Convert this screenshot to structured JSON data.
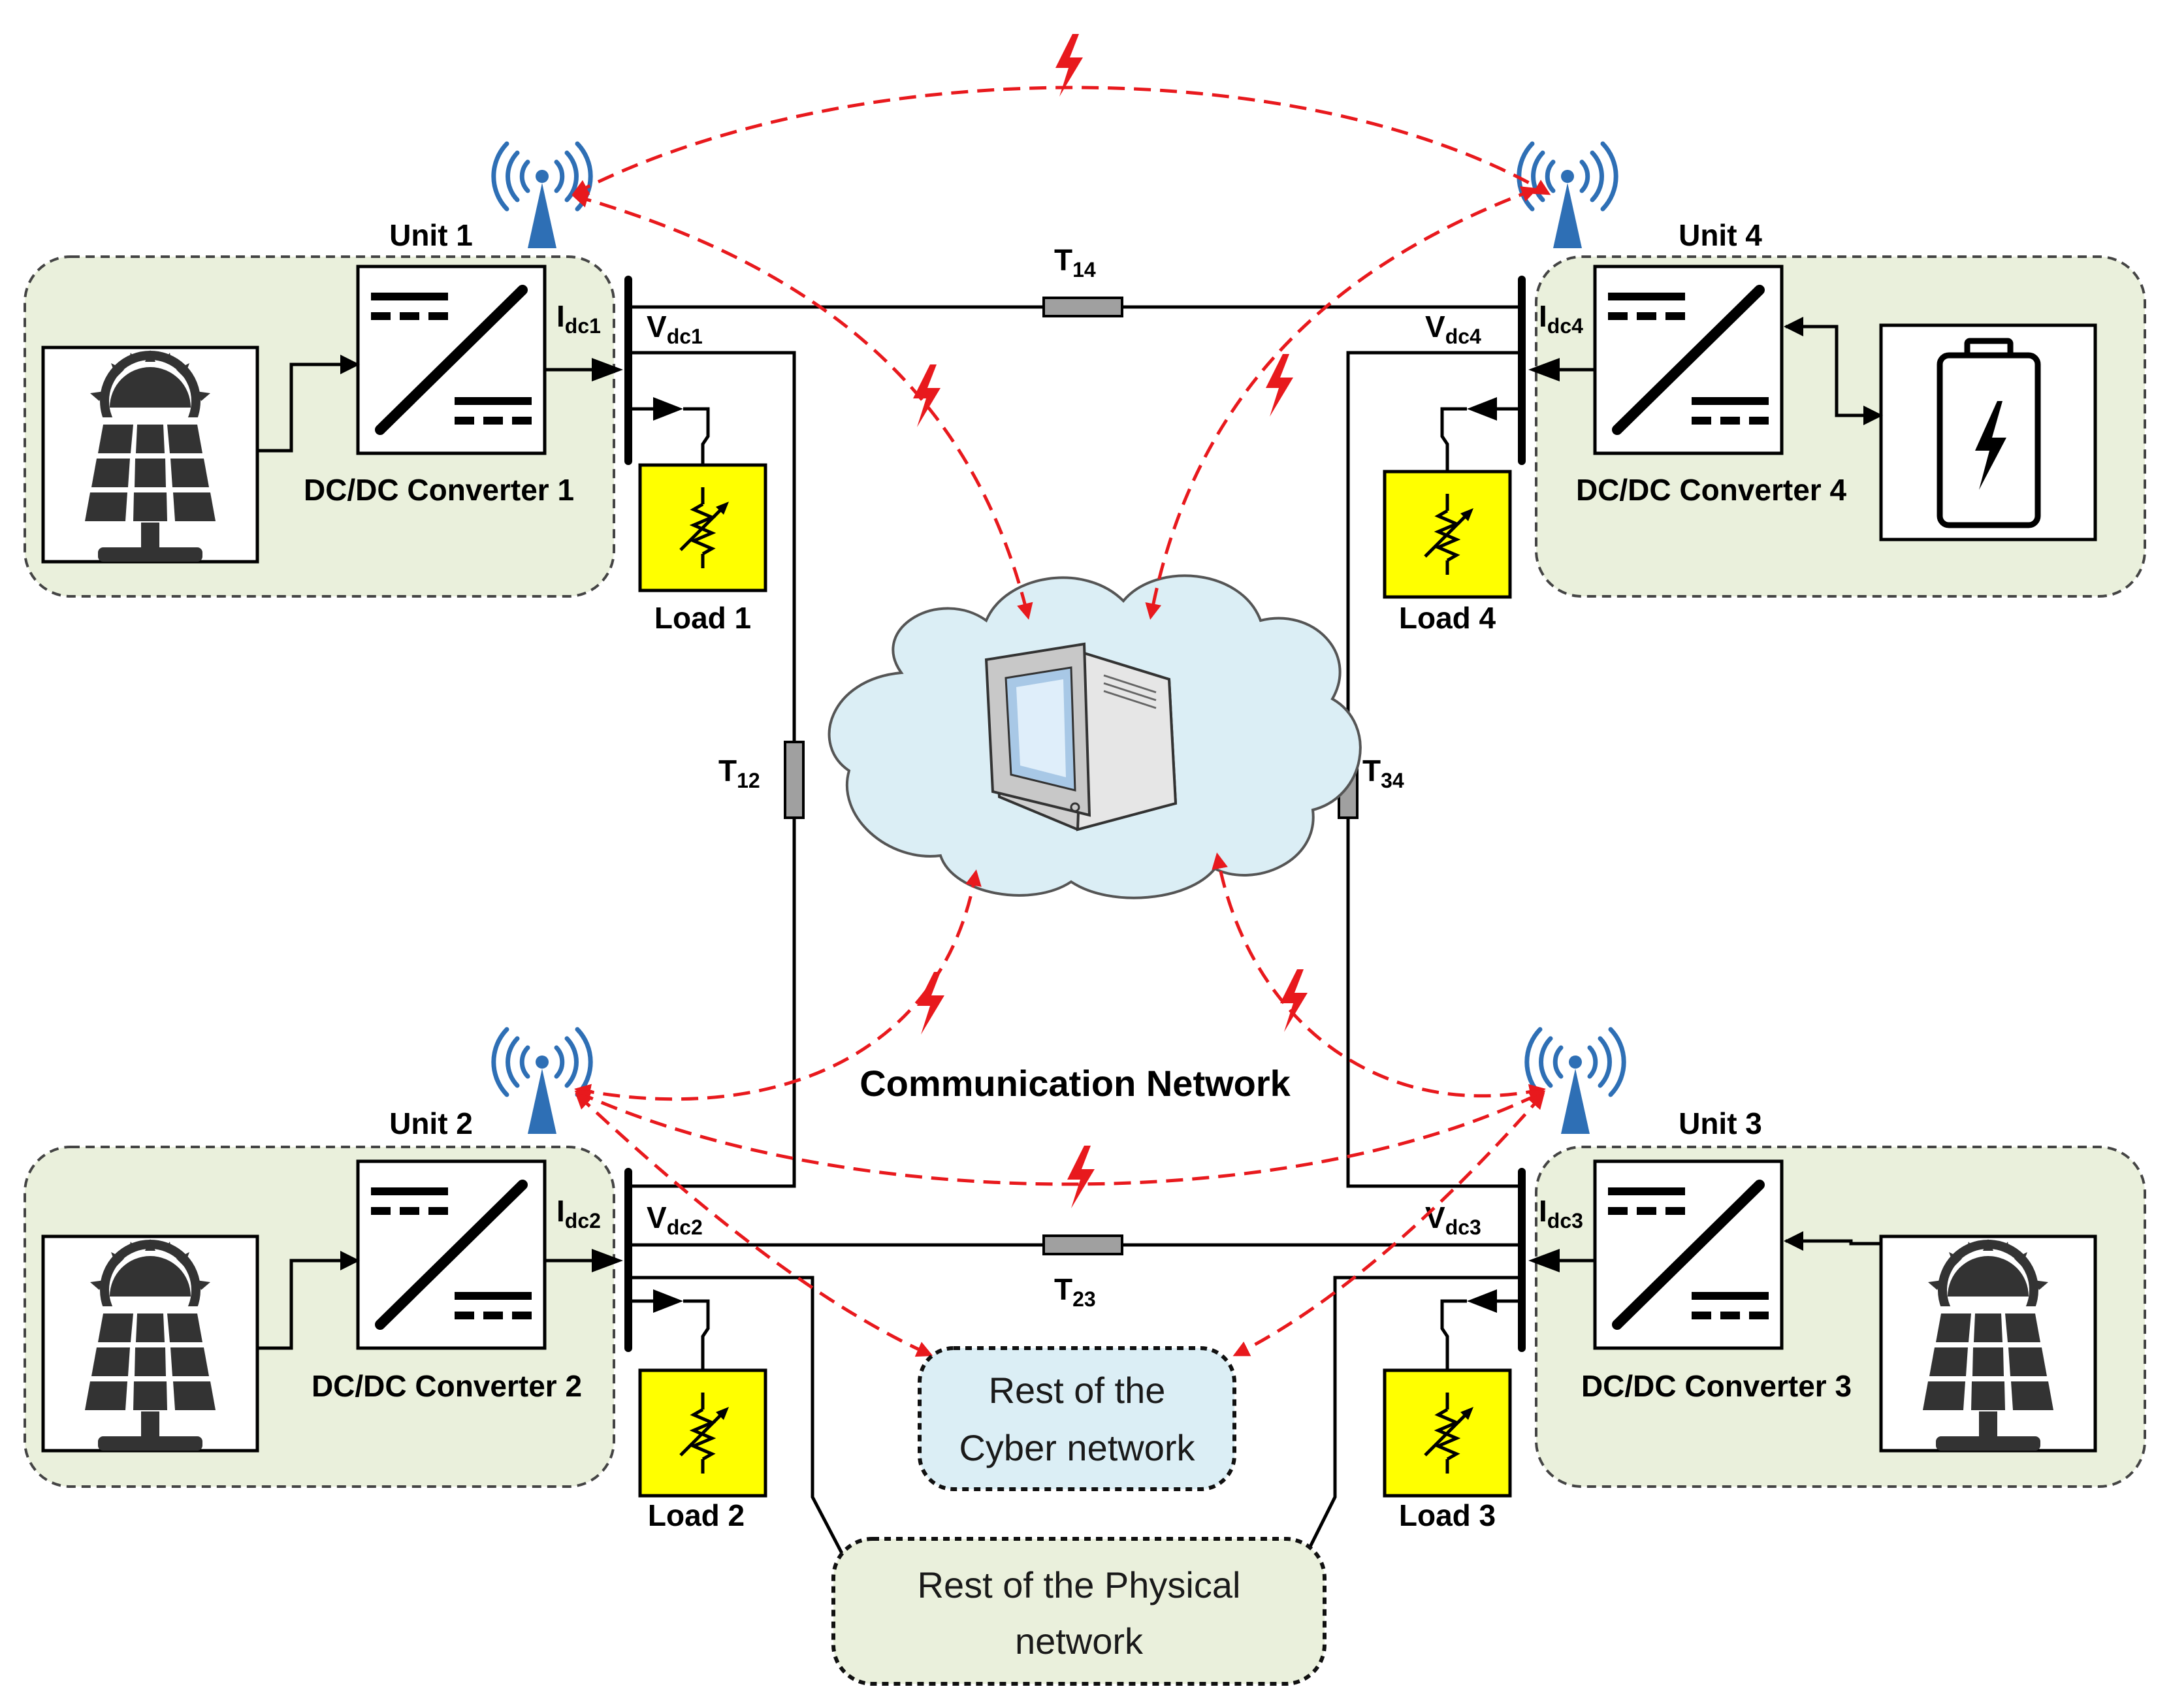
{
  "units": [
    {
      "title": "Unit 1",
      "converter": "DC/DC Converter 1",
      "load": "Load 1",
      "current": "I",
      "current_sub": "dc1",
      "voltage": "V",
      "voltage_sub": "dc1",
      "source": "solar-panel"
    },
    {
      "title": "Unit 2",
      "converter": "DC/DC Converter 2",
      "load": "Load 2",
      "current": "I",
      "current_sub": "dc2",
      "voltage": "V",
      "voltage_sub": "dc2",
      "source": "solar-panel"
    },
    {
      "title": "Unit 3",
      "converter": "DC/DC Converter 3",
      "load": "Load 3",
      "current": "I",
      "current_sub": "dc3",
      "voltage": "V",
      "voltage_sub": "dc3",
      "source": "solar-panel"
    },
    {
      "title": "Unit 4",
      "converter": "DC/DC Converter 4",
      "load": "Load 4",
      "current": "I",
      "current_sub": "dc4",
      "voltage": "V",
      "voltage_sub": "dc4",
      "source": "battery"
    }
  ],
  "lines": {
    "t12": {
      "main": "T",
      "sub": "12"
    },
    "t14": {
      "main": "T",
      "sub": "14"
    },
    "t23": {
      "main": "T",
      "sub": "23"
    },
    "t34": {
      "main": "T",
      "sub": "34"
    }
  },
  "network": {
    "comm_label": "Communication Network",
    "cyber_line1": "Rest of the",
    "cyber_line2": "Cyber network",
    "physical_line1": "Rest of the Physical",
    "physical_line2": "network"
  },
  "colors": {
    "unit_fill": "#eaf0dc",
    "load_fill": "#ffff00",
    "cloud_fill": "#dbeef5",
    "cyber_fill": "#dbeef5",
    "physical_fill": "#eaf0dc",
    "comm_link": "#e8191d",
    "antenna": "#2e6fb5",
    "line_element": "#a0a0a0"
  },
  "icons": [
    "solar-panel-icon",
    "battery-icon",
    "antenna-icon",
    "computer-icon",
    "lightning-icon",
    "variable-resistor-icon"
  ]
}
